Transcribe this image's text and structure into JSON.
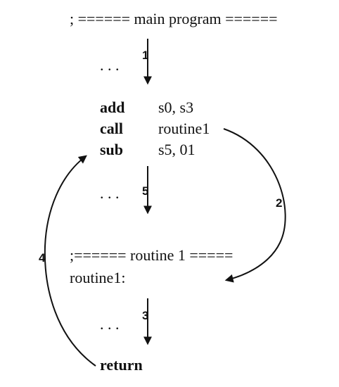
{
  "main_header": "; ====== main program ======",
  "dots_top": ". . .",
  "dots_mid": ". . .",
  "dots_bottom": ". . .",
  "instructions": [
    {
      "op": "add",
      "args": "s0, s3"
    },
    {
      "op": "call",
      "args": "routine1"
    },
    {
      "op": "sub",
      "args": "s5, 01"
    }
  ],
  "routine_header": ";====== routine 1 =====",
  "routine_label": "routine1:",
  "return_label": "return",
  "steps": [
    "1",
    "2",
    "3",
    "4",
    "5"
  ]
}
